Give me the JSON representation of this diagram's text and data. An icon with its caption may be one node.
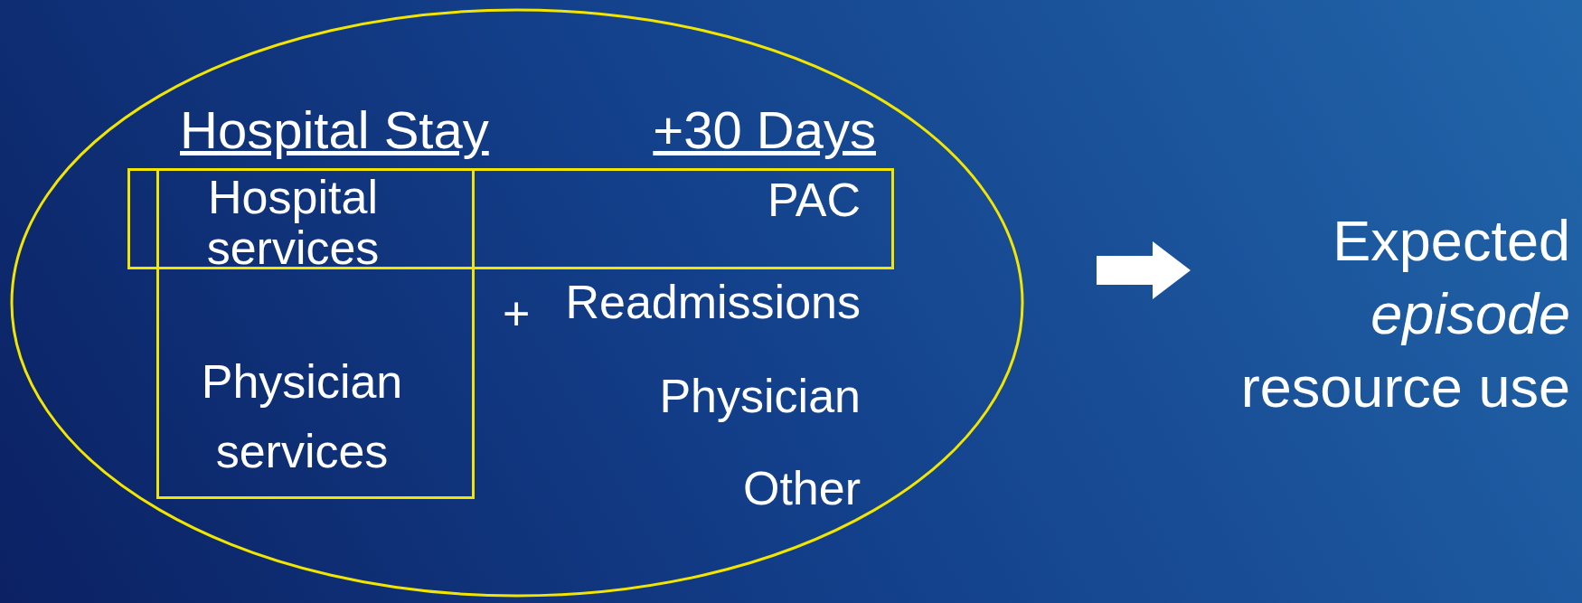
{
  "diagram": {
    "nodes": [
      {
        "text": [],
        "shape": "ellipse"
      },
      {
        "text": [
          "PAC"
        ],
        "in": 0
      },
      {
        "text": [
          "Physician services"
        ],
        "in": 0
      },
      {
        "text": [
          "Expected *episode* resource use"
        ]
      }
    ],
    "edges": [
      {
        "from": 0,
        "to": 3,
        "arrow": "to",
        "style": "thick"
      }
    ],
    "labels": [
      "Hospital Stay",
      "+30 Days",
      "Hospital services",
      "+",
      "Readmissions",
      "Physician",
      "Other"
    ]
  }
}
